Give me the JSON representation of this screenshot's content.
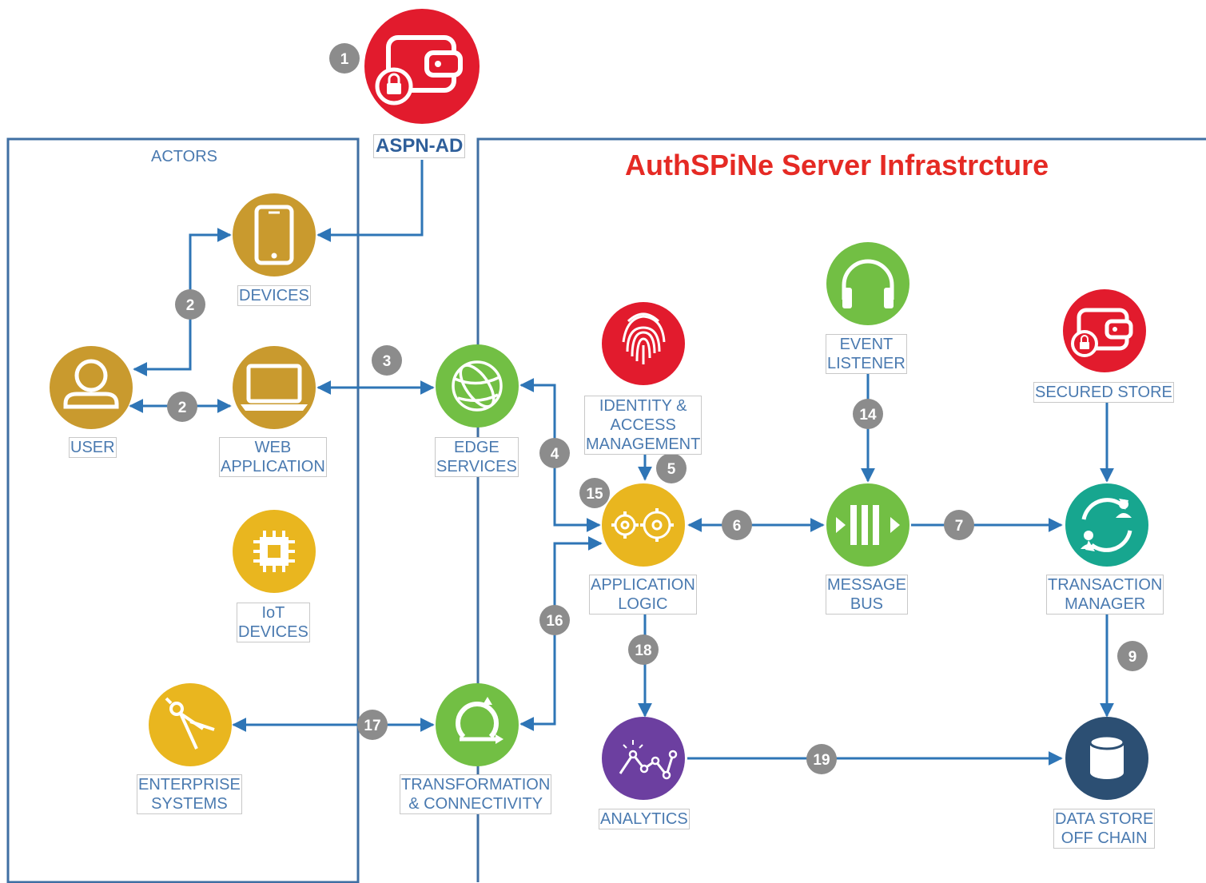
{
  "title": "AuthSPiNe Server Infrastrcture",
  "actors_heading": "ACTORS",
  "aspn_label": "ASPN-AD",
  "colors": {
    "line": "#2e75b6",
    "badge": "#8c8c8c",
    "red": "#e21b2d",
    "gold": "#c99a2e",
    "yellow": "#e9b61f",
    "green": "#72bf44",
    "teal": "#17a68f",
    "purple": "#6c3fa0",
    "navy": "#2c4f73",
    "label": "#4a7ab0",
    "title": "#e52a24"
  },
  "nodes": {
    "aspn": {
      "icon": "wallet-lock-icon"
    },
    "devices": {
      "label": "DEVICES",
      "icon": "smartphone-icon"
    },
    "user": {
      "label": "USER",
      "icon": "user-icon"
    },
    "web": {
      "label1": "WEB",
      "label2": "APPLICATION",
      "icon": "laptop-icon"
    },
    "iot": {
      "label1": "IoT",
      "label2": "DEVICES",
      "icon": "chip-icon"
    },
    "enterprise": {
      "label1": "ENTERPRISE",
      "label2": "SYSTEMS",
      "icon": "compass-icon"
    },
    "edge": {
      "label1": "EDGE",
      "label2": "SERVICES",
      "icon": "globe-icon"
    },
    "transform": {
      "label1": "TRANSFORMATION",
      "label2": "& CONNECTIVITY",
      "icon": "cycle-icon"
    },
    "identity": {
      "label1": "IDENTITY &",
      "label2": "ACCESS",
      "label3": "MANAGEMENT",
      "icon": "fingerprint-icon"
    },
    "applogic": {
      "label1": "APPLICATION",
      "label2": "LOGIC",
      "icon": "gears-icon"
    },
    "analytics": {
      "label": "ANALYTICS",
      "icon": "analytics-icon"
    },
    "event": {
      "label1": "EVENT",
      "label2": "LISTENER",
      "icon": "headphones-icon"
    },
    "bus": {
      "label1": "MESSAGE",
      "label2": "BUS",
      "icon": "message-bus-icon"
    },
    "secured": {
      "label": "SECURED STORE",
      "icon": "wallet-lock-icon"
    },
    "txn": {
      "label1": "TRANSACTION",
      "label2": "MANAGER",
      "icon": "exchange-icon"
    },
    "datastore": {
      "label1": "DATA STORE",
      "label2": "OFF CHAIN",
      "icon": "database-icon"
    }
  },
  "badges": [
    "1",
    "2",
    "2",
    "3",
    "4",
    "5",
    "15",
    "6",
    "7",
    "14",
    "9",
    "16",
    "18",
    "17",
    "19"
  ]
}
